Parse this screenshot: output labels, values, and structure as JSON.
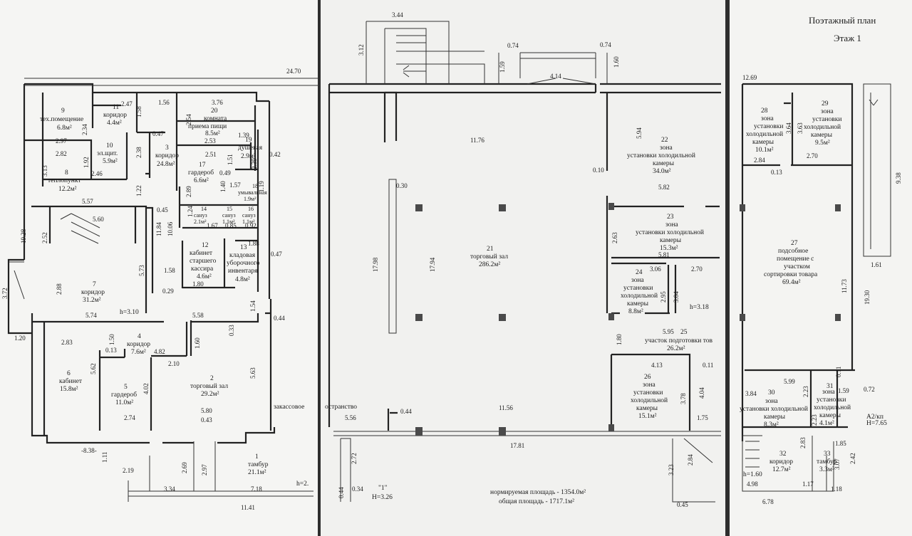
{
  "header": {
    "title": "Поэтажный план",
    "floor": "Этаж  1"
  },
  "summary": {
    "normative_area": "нормируемая площадь - 1354.0м²",
    "total_area": "общая площадь  - 1717.1м²",
    "floor_mark": "\"1\"",
    "height_main": "H=3.26"
  },
  "rooms": {
    "r1": {
      "num": "1",
      "name": "тамбур",
      "area": "21.1м²"
    },
    "r2": {
      "num": "2",
      "name": "торговый зал",
      "area": "29.2м²"
    },
    "r3": {
      "num": "3",
      "name": "коридор",
      "area": "24.8м²"
    },
    "r4": {
      "num": "4",
      "name": "коридор",
      "area": "7.6м²"
    },
    "r5": {
      "num": "5",
      "name": "гардероб",
      "area": "11.0м²"
    },
    "r6": {
      "num": "6",
      "name": "кабинет",
      "area": "15.8м²"
    },
    "r7": {
      "num": "7",
      "name": "коридор",
      "area": "31.2м²"
    },
    "r8": {
      "num": "8",
      "name": "теплопункт",
      "area": "12.2м²"
    },
    "r9": {
      "num": "9",
      "name": "тех.помещение",
      "area": "6.8м²"
    },
    "r10": {
      "num": "10",
      "name": "эл.щит.",
      "area": "5.9м²"
    },
    "r11": {
      "num": "11",
      "name": "коридор",
      "area": "4.4м²"
    },
    "r12": {
      "num": "12",
      "name1": "кабинет",
      "name2": "старшего",
      "name3": "кассира",
      "area": "4.6м²"
    },
    "r13": {
      "num": "13",
      "name1": "кладовая",
      "name2": "уборочного",
      "name3": "инвентаря",
      "area": "4.8м²"
    },
    "r14": {
      "num": "14",
      "name": "сануз",
      "area": "2.1м²"
    },
    "r15": {
      "num": "15",
      "name": "сануз",
      "area": "1.1м²"
    },
    "r16": {
      "num": "16",
      "name": "сануз",
      "area": "1.1м²"
    },
    "r17": {
      "num": "17",
      "name": "гардероб",
      "area": "6.6м²"
    },
    "r18": {
      "num": "18",
      "name": "умывальная",
      "area": "1.9м²"
    },
    "r19": {
      "num": "19",
      "name": "душевая",
      "area": "2.9м²"
    },
    "r20": {
      "num": "20",
      "name1": "комната",
      "name2": "приема пищи",
      "area": "8.5м²"
    },
    "r21": {
      "num": "21",
      "name": "торговый зал",
      "area": "286.2м²"
    },
    "r22": {
      "num": "22",
      "name1": "зона",
      "name2": "установки холодильной",
      "name3": "камеры",
      "area": "34.0м²"
    },
    "r23": {
      "num": "23",
      "name1": "зона",
      "name2": "установки холодильной",
      "name3": "камеры",
      "area": "15.3м²"
    },
    "r24": {
      "num": "24",
      "name1": "зона",
      "name2": "установки",
      "name3": "холодильной",
      "name4": "камеры",
      "area": "8.8м²"
    },
    "r25": {
      "num": "25",
      "name": "участок подготовки тов",
      "area": "26.2м²"
    },
    "r26": {
      "num": "26",
      "name1": "зона",
      "name2": "установки",
      "name3": "холодильной",
      "name4": "камеры",
      "area": "15.1м²"
    },
    "r27": {
      "num": "27",
      "name1": "подсобное",
      "name2": "помещение с",
      "name3": "участком",
      "name4": "сортировки товара",
      "area": "69.4м²"
    },
    "r28": {
      "num": "28",
      "name1": "зона",
      "name2": "установки",
      "name3": "холодильной",
      "name4": "камеры",
      "area": "10.1м²"
    },
    "r29": {
      "num": "29",
      "name1": "зона",
      "name2": "установки",
      "name3": "холодильной",
      "name4": "камеры",
      "area": "9.5м²"
    },
    "r30": {
      "num": "30",
      "name1": "зона",
      "name2": "установки холодильной",
      "name3": "камеры",
      "area": "8.3м²"
    },
    "r31": {
      "num": "31",
      "name1": "зона",
      "name2": "установки",
      "name3": "холодильной",
      "name4": "камеры",
      "area": "4.1м²"
    },
    "r32": {
      "num": "32",
      "name": "коридор",
      "area": "12.7м²"
    },
    "r33": {
      "num": "33",
      "name": "тамбур",
      "area": "3.3м²"
    }
  },
  "notes": {
    "h310": "h=3.10",
    "h318": "h=3.18",
    "h160": "h=1.60",
    "h765": "H=7.65",
    "a2kp": "A2/кп",
    "h2": "h=2.",
    "zakass": "закассовое",
    "prostr": "остранство"
  },
  "dims": {
    "d2470": "24.70",
    "d247": "2.47",
    "d156": "1.56",
    "d376": "3.76",
    "d158": "1.58",
    "d234": "2.34",
    "d297a": "2.97",
    "d047a": "0.47",
    "d254": "2.54",
    "d253": "2.53",
    "d139": "1.39",
    "d282": "2.82",
    "d192": "1.92",
    "d238": "2.38",
    "d251": "2.51",
    "d151": "1.51",
    "d042": "0.42",
    "d239": "2.39",
    "d049": "0.49",
    "d157": "1.57",
    "d119": "1.19",
    "d313": "3.13",
    "d246": "2.46",
    "d289": "2.89",
    "d140": "1.40",
    "d122": "1.22",
    "d557": "5.57",
    "d560": "5.60",
    "d045": "0.45",
    "d252": "2.52",
    "d1928": "19.28",
    "d1184": "11.84",
    "d1006": "10.06",
    "d124": "1.24",
    "d167": "1.67",
    "d085": "0.85",
    "d092": "0.92",
    "d188": "1.88",
    "d047b": "0.47",
    "d573": "5.73",
    "d158b": "1.58",
    "d180": "1.80",
    "d029": "0.29",
    "d372": "3.72",
    "d288": "2.88",
    "d574": "5.74",
    "d558": "5.58",
    "d154": "1.54",
    "d044": "0.44",
    "d120": "1.20",
    "d150": "1.50",
    "d283": "2.83",
    "d013": "0.13",
    "d482": "4.82",
    "d160": "1.60",
    "d033": "0.33",
    "d210": "2.10",
    "d562": "5.62",
    "d402": "4.02",
    "d563": "5.63",
    "d274": "2.74",
    "d580": "5.80",
    "d043": "0.43",
    "d838": "-8.38-",
    "d111": "1.11",
    "d219": "2.19",
    "d269": "2.69",
    "d297b": "2.97",
    "d334": "3.34",
    "d718": "7.18",
    "d1141": "11.41",
    "m344": "3.44",
    "m312": "3.12",
    "m074a": "0.74",
    "m074b": "0.74",
    "m159": "1.59",
    "m160": "1.60",
    "m414": "4.14",
    "m1176": "11.76",
    "m594": "5.94",
    "m010": "0.10",
    "m582": "5.82",
    "m030": "0.30",
    "m1798": "17.98",
    "m1794": "17.94",
    "m263": "2.63",
    "m581": "5.81",
    "m306": "3.06",
    "m270": "2.70",
    "m295": "2.95",
    "m304": "3.04",
    "m180": "1.80",
    "m595": "5.95",
    "m413": "4.13",
    "m011": "0.11",
    "m378": "3.78",
    "m404": "4.04",
    "m175": "1.75",
    "m556": "5.56",
    "m044": "0.44",
    "m1156": "11.56",
    "m1781": "17.81",
    "m272": "2.72",
    "m034": "0.34",
    "m044b": "0.44",
    "m323": "3.23",
    "m284": "2.84",
    "m045": "0.45",
    "n1269": "12.69",
    "n364": "3.64",
    "n363": "3.63",
    "n270": "2.70",
    "n284": "2.84",
    "n013": "0.13",
    "n938": "9.38",
    "n161": "1.61",
    "n1173": "11.73",
    "n1930": "19.30",
    "n011": "0.11",
    "n599": "5.99",
    "n384": "3.84",
    "n223a": "2.23",
    "n223b": "2.23",
    "n159": "1.59",
    "n072": "0.72",
    "n283": "2.83",
    "n185": "1.85",
    "n307": "3.07",
    "n242": "2.42",
    "n117": "1.17",
    "n498": "4.98",
    "n118": "1.18",
    "n678": "6.78"
  }
}
